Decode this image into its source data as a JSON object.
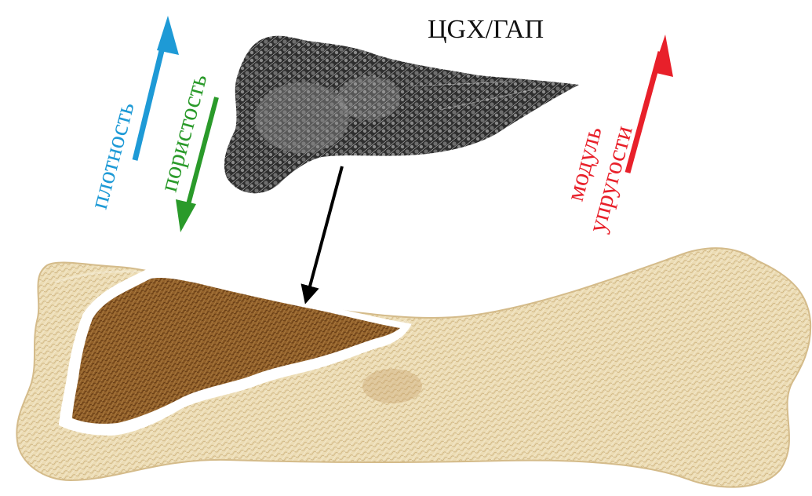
{
  "title": "ЦGX/ГАП",
  "labels": {
    "density": "плотность",
    "porosity": "пористость",
    "modulus_line1": "модуль",
    "modulus_line2": "упругости"
  },
  "colors": {
    "density": "#1e9ad6",
    "porosity": "#2a9a2a",
    "modulus": "#e8202a",
    "title": "#111111",
    "pointer_arrow": "#000000",
    "bone": "#e9d7ad",
    "bone_dark": "#8b5a1f",
    "scaffold": "#3a3a3a"
  },
  "arrow_directions": {
    "density": "up",
    "porosity": "down",
    "modulus": "up"
  },
  "icons": {
    "scaffold": "porous-scaffold-micrograph",
    "bone": "femur-bone-cross-section"
  }
}
